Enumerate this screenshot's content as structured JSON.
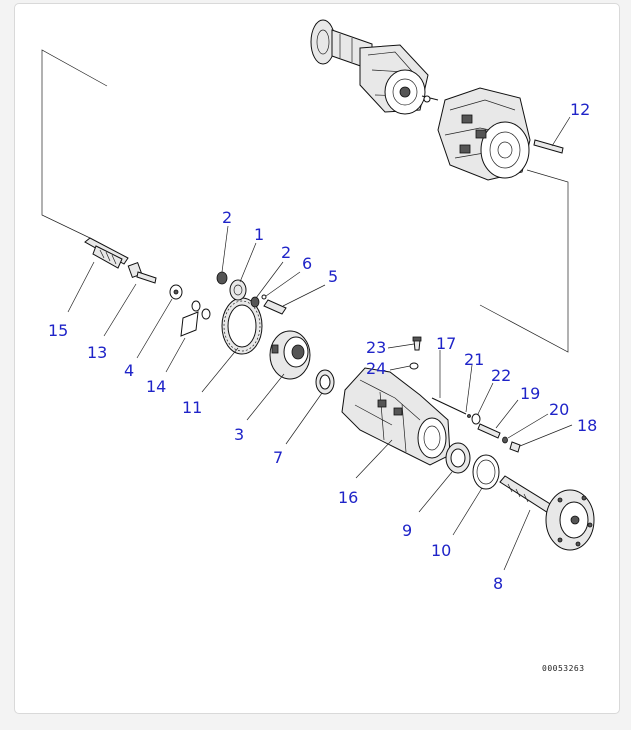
{
  "callouts": [
    {
      "id": "c1",
      "text": "1"
    },
    {
      "id": "c2a",
      "text": "2"
    },
    {
      "id": "c2b",
      "text": "2"
    },
    {
      "id": "c3",
      "text": "3"
    },
    {
      "id": "c4",
      "text": "4"
    },
    {
      "id": "c5",
      "text": "5"
    },
    {
      "id": "c6",
      "text": "6"
    },
    {
      "id": "c7",
      "text": "7"
    },
    {
      "id": "c8",
      "text": "8"
    },
    {
      "id": "c9",
      "text": "9"
    },
    {
      "id": "c10",
      "text": "10"
    },
    {
      "id": "c11",
      "text": "11"
    },
    {
      "id": "c12",
      "text": "12"
    },
    {
      "id": "c13",
      "text": "13"
    },
    {
      "id": "c14",
      "text": "14"
    },
    {
      "id": "c15",
      "text": "15"
    },
    {
      "id": "c16",
      "text": "16"
    },
    {
      "id": "c17",
      "text": "17"
    },
    {
      "id": "c18",
      "text": "18"
    },
    {
      "id": "c19",
      "text": "19"
    },
    {
      "id": "c20",
      "text": "20"
    },
    {
      "id": "c21",
      "text": "21"
    },
    {
      "id": "c22",
      "text": "22"
    },
    {
      "id": "c23",
      "text": "23"
    },
    {
      "id": "c24",
      "text": "24"
    }
  ],
  "drawing_code": "00053263",
  "colors": {
    "callout": "#1f24c8",
    "line": "#111111",
    "background": "#ffffff"
  }
}
